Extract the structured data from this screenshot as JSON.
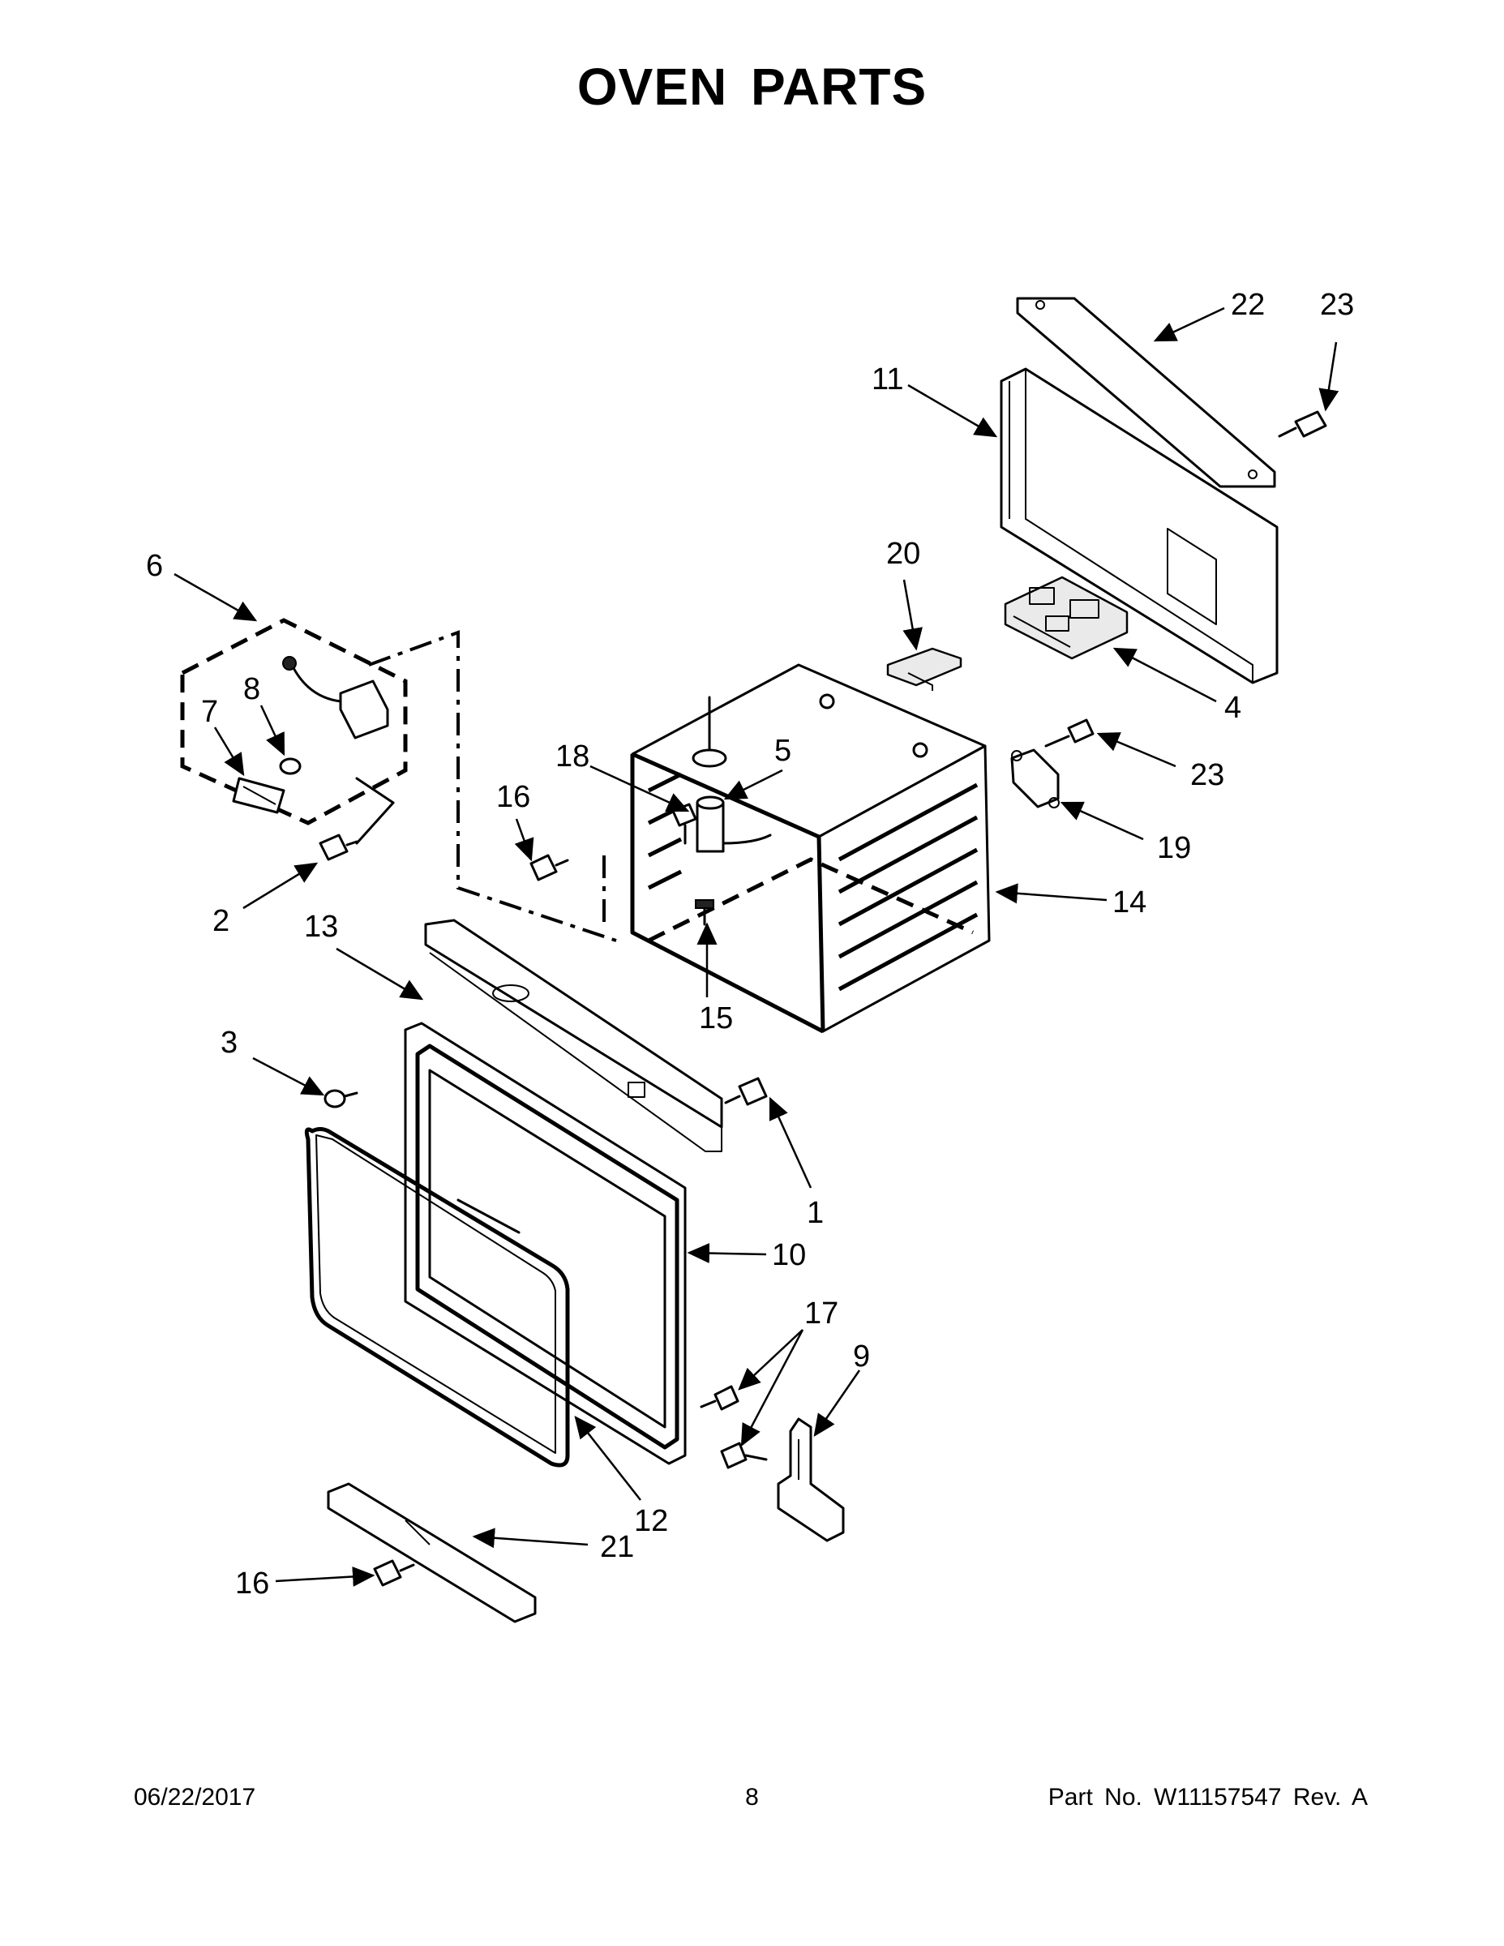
{
  "title": "OVEN PARTS",
  "callouts": {
    "c1": "1",
    "c2": "2",
    "c3": "3",
    "c4": "4",
    "c5": "5",
    "c6": "6",
    "c7": "7",
    "c8": "8",
    "c9": "9",
    "c10": "10",
    "c11": "11",
    "c12": "12",
    "c13": "13",
    "c14": "14",
    "c15": "15",
    "c16a": "16",
    "c16b": "16",
    "c17": "17",
    "c18": "18",
    "c19": "19",
    "c20": "20",
    "c21": "21",
    "c22": "22",
    "c23a": "23",
    "c23b": "23"
  },
  "footer": {
    "date": "06/22/2017",
    "page": "8",
    "part_no": "Part No.  W11157547  Rev.  A"
  }
}
